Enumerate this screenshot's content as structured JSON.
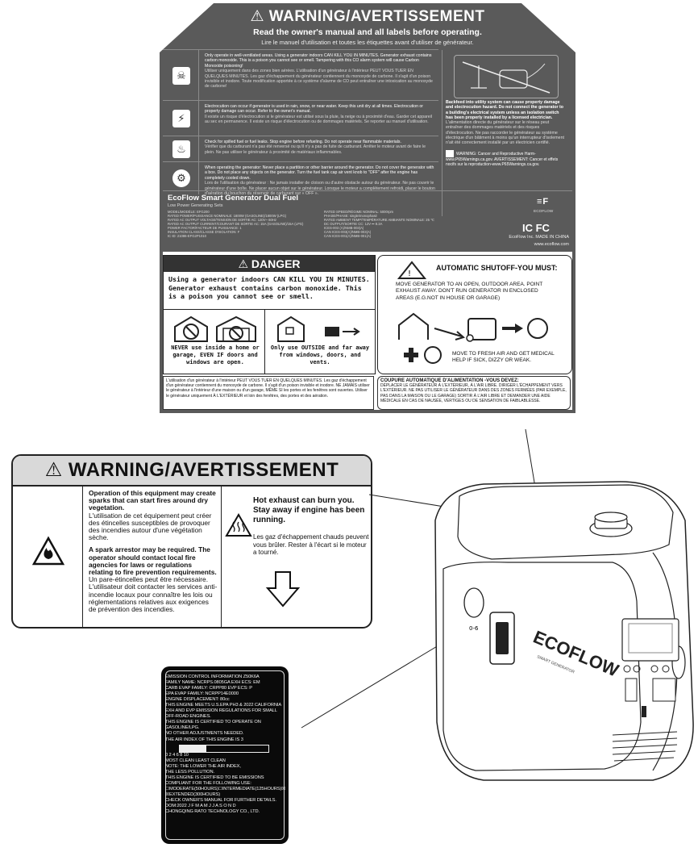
{
  "top_label": {
    "title": "⚠ WARNING/AVERTISSEMENT",
    "read_en": "Read the owner's manual and all labels before operating.",
    "read_fr": "Lire le manuel d'utilisation et toutes les étiquettes avant d'utiliser de générateur.",
    "hazards": [
      {
        "icon": "co-icon",
        "text_en": "Only operate in well-ventilated areas. Using a generator indoors CAN KILL YOU IN MINUTES. Generator exhaust contains carbon monoxide. This is a poison you cannot see or smell. Tampering with this CO alarm system will cause Carbon Monoxide poisoning!",
        "text_fr": "Utiliser uniquement dans des zones bien aérées. L'utilisation d'un générateur à l'intérieur PEUT VOUS TUER EN QUELQUES MINUTES. Les gaz d'échappement du générateur contiennent du monoxyde de carbone. Il s'agit d'un poison invisible et inodore. Toute modification apportée à ce système d'alarme de CO peut entraîner une intoxication au monoxyde de carbone!"
      },
      {
        "icon": "electrocution-icon",
        "text_en": "Electrocution can occur if generator is used in rain, snow, or near water. Keep this unit dry at all times. Electrocution or property damage can occur. Refer to the owner's manual.",
        "text_fr": "Il existe un risque d'électrocution si le générateur est utilisé sous la pluie, la neige ou à proximité d'eau. Garder cet appareil au sec en permanence. Il existe un risque d'électrocution ou de dommages matériels. Se reporter au manuel d'utilisation."
      },
      {
        "icon": "fire-icon",
        "text_en": "Check for spilled fuel or fuel leaks. Stop engine before refueling. Do not operate near flammable materials.",
        "text_fr": "Vérifier que du carburant n'a pas été renversé ou qu'il n'y a pas de fuite de carburant. Arrêter le moteur avant de faire le plein. Ne pas utiliser le générateur à proximité de matériaux inflammables."
      },
      {
        "icon": "barrier-icon",
        "text_en": "When operating the generator: Never place a partition or other barrier around the generator. Do not cover the generator with a box. Do not place any objects on the generator. Turn the fuel tank cap air vent knob to \"OFF\" after the engine has completely cooled down.",
        "text_fr": "Lors de l'utilisation du générateur : Ne jamais installer de cloison ou d'autre obstacle autour du générateur. Ne pas couvrir le générateur d'une boîte. Ne placer aucun objet sur le générateur. Lorsque le moteur a complètement refroidi, placer le bouton d'aération du bouchon du réservoir de carburant sur « OFF »."
      }
    ],
    "backfeed": "Backfeed into utility system can cause property damage and electrocution hazard. Do not connect the generator to a building's electrical system unless an isolation switch has been properly installed by a licensed electrician.",
    "backfeed_fr": "L'alimentation directe du générateur sur le réseau peut entraîner des dommages matériels et des risques d'électrocution. Ne pas raccorder le générateur au système électrique d'un bâtiment à moins qu'un interrupteur d'isolement n'ait été correctement installé par un électricien certifié.",
    "prop65": "WARNING: Cancer and Reproductive Harm-www.P65Warnings.ca.gov. AVERTISSEMENT: Cancer et effets nocifs sur la reproduction-www.P65Warnings.ca.gov.",
    "product": {
      "title": "EcoFlow Smart Generator Dual Fuel",
      "subtitle": "Low Power Generating Sets",
      "specs_left": [
        "MODEL/MODÈLE: EFG200",
        "RATED POWER/PUISSANCE NOMINALE: 1800W (GASOLINE)/1800W (LPG)",
        "RATED AC OUTPUT VOLTAGE/TENSION DE SORTIE AC: 120V~ 60Hz",
        "RATED AC OUTPUT CURRENT/COURANT DE SORTIE AC: 15A (GASOLINE)/15A (LPG)",
        "POWER FACTOR/FACTEUR DE PUISSANCE: 1",
        "INSULATION CLASS/CLASSE D'ISOLATION: F",
        "IC ID: 21086-EFG2P1010"
      ],
      "specs_right": [
        "RATED SPEED/RÉGIME NOMINAL: 5000rpm",
        "PHASE/PHASE: single/monophasé",
        "RATED AMBIENT TEMP/TEMPÉRATURE AMBIANTE NOMINALE: 25 ℃",
        "DC OUTPUT/SORTIE CC: 12V ⎓ 8.3A",
        "ICES-003 (A)/NMB-003(A)",
        "CAN ICES-003(A)/NMB-003(A)",
        "CAN ICES-001(A)/NMB-001(A)"
      ],
      "brand_logo": "ECOFLOW",
      "ic_fcc": "IC FC",
      "made_in": "EcoFlow Inc. MADE IN CHINA",
      "website": "www.ecoflow.com"
    },
    "danger": {
      "title": "⚠ DANGER",
      "text": "Using a generator indoors CAN KILL YOU IN MINUTES. Generator exhaust contains carbon monoxide. This is a poison you cannot see or smell.",
      "never": "NEVER use inside a home or garage, EVEN IF doors and windows are open.",
      "outside": "Only use OUTSIDE and far away from windows, doors, and vents."
    },
    "shutoff": {
      "title": "AUTOMATIC SHUTOFF-YOU MUST:",
      "text1": "MOVE GENERATOR TO AN OPEN, OUTDOOR AREA. POINT EXHAUST AWAY. DON'T RUN GENERATOR IN ENCLOSED AREAS (E.G.NOT IN HOUSE OR GARAGE)",
      "text2": "MOVE TO FRESH AIR AND GET MEDICAL HELP IF SICK, DIZZY OR WEAK."
    },
    "danger_fr": "L'utilisation d'un générateur à l'intérieur PEUT VOUS TUER EN QUELQUES MINUTES. Les gaz d'échappement d'un générateur contiennent du monoxyde de carbone. Il s'agit d'un poison invisible et inodore. NE JAMAIS utiliser le générateur à l'intérieur d'une maison ou d'un garage, MÊME SI les portes et les fenêtres sont ouvertes. Utiliser le générateur uniquement À L'EXTÉRIEUR et loin des fenêtres, des portes et des aération.",
    "shutoff_fr_title": "COUPURE AUTOMATIQUE D'ALIMENTATION -VOUS DEVEZ:",
    "shutoff_fr": "DÉPLACER LE GÉNÉRATEUR À L'EXTÉRIEUR, À L'AIR LIBRE. DIRIGER L'ÉCHAPPEMENT VERS L'EXTÉRIEUR. NE PAS UTILISER LE GÉNÉRATEUR DANS DES ZONES FERMÉES (PAR EXEMPLE, PAS DANS LA MAISON OU LE GARAGE) SORTIR À L'AIR LIBRE ET DEMANDER UNE AIDE MÉDICALE EN CAS DE NAUSÉE, VERTIGES OU DE SENSATION DE FAIBLABLESSE."
  },
  "spark_label": {
    "title": "⚠ WARNING/AVERTISSEMENT",
    "col1_en1": "Operation of this equipment may create sparks that can start fires around dry vegetation.",
    "col1_fr1": "L'utilisation de cet équipement peut créer des étincelles susceptibles de provoquer des incendies autour d'une végétation sèche.",
    "col1_en2": "A spark arrestor may be required. The operator should contact local fire agencies for laws or regulations relating to fire prevention requirements.",
    "col1_fr2": "Un pare-étincelles peut être nécessaire. L'utilisateur doit contacter les services anti-incendie locaux pour connaître les lois ou réglementations relatives aux exigences de prévention des incendies.",
    "exhaust_en": "Hot exhaust can burn you. Stay away if engine has been running.",
    "exhaust_fr": "Les gaz d'échappement chauds peuvent vous brûler. Rester à l'écart si le moteur a tourné."
  },
  "emission": {
    "lines": [
      "EMISSION CONTROL INFORMATION   Z50K6A",
      "FAMILY NAME: NCRPS.0805GA        EXH ECS: EM",
      "CARB EVAP FAMILY: CRPP80          EVP ECS: P",
      "EPA EVAP FAMILY: NCRPP14E0000",
      "ENGINE DISPLACEMENT: 80cc",
      "THIS ENGINE MEETS U.S.EPA PH3 & 2022 CALIFORNIA",
      "EXH AND EVP EMISSION REGULATIONS FOR SMALL",
      "OFF-ROAD ENGINES.",
      "THIS ENGINE IS CERTIFIED TO OPERATE ON",
      "GASOLINE/LPG.",
      "NO OTHER ADJUSTMENTS NEEDED.",
      "      THE AIR INDEX OF THIS ENGINE IS 3",
      "",
      "    0    2    4    6    8    10",
      "   MOST CLEAN              LEAST CLEAN",
      "NOTE: THE LOWER THE AIR INDEX,",
      "        THE LESS POLLUTION.",
      "THIS ENGINE IS CERTIFIED TO BE EMISSIONS",
      "COMPLIANT FOR THE FOLLOWING USE:",
      "☐MODERATE(50HOURS)☐INTERMEDIATE(125HOURS)☒",
      "☒EXTENDED(300HOURS)",
      "CHECK OWNER'S MANUAL FOR FURTHER DETAILS.",
      "DOM:2022  J  F  M  A  M  J  J  A  S  O  N  D",
      "      CHONGQING RATO TECHNOLOGY CO., LTD."
    ]
  },
  "generator": {
    "brand": "ECOFLOW",
    "brand_sub": "SMART GENERATOR"
  }
}
